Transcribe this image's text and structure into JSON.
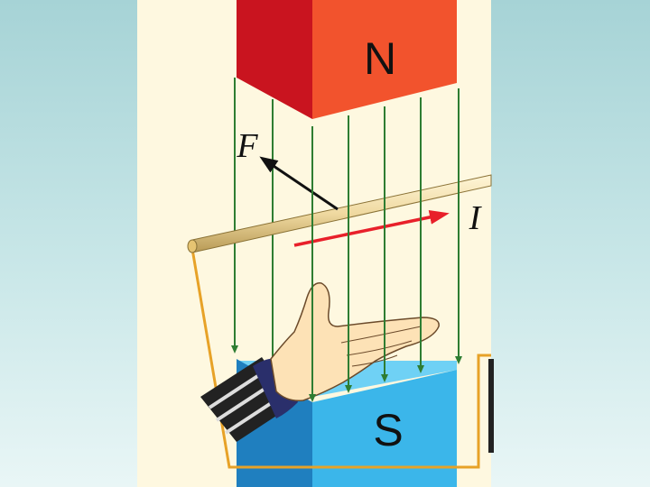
{
  "diagram": {
    "north_pole_label": "N",
    "south_pole_label": "S",
    "force_label": "F",
    "current_label": "I"
  },
  "colors": {
    "background_top": "#a6d3d6",
    "panel": "#fef8e0",
    "magnet_north_front": "#f2532d",
    "magnet_north_side": "#c9141f",
    "magnet_south_front": "#3bb6ea",
    "magnet_south_top": "#6fd1f5",
    "field_lines": "#2e7d32",
    "current_arrow": "#e8202a",
    "force_arrow": "#111111",
    "circuit_wire": "#e7a227",
    "conductor_rod": "#efd9a0",
    "hand": "#fde2b6",
    "sleeve": "#2a2f6b"
  },
  "icons": [
    "right-hand-icon",
    "field-arrow-icon",
    "force-arrow-icon",
    "current-arrow-icon"
  ]
}
